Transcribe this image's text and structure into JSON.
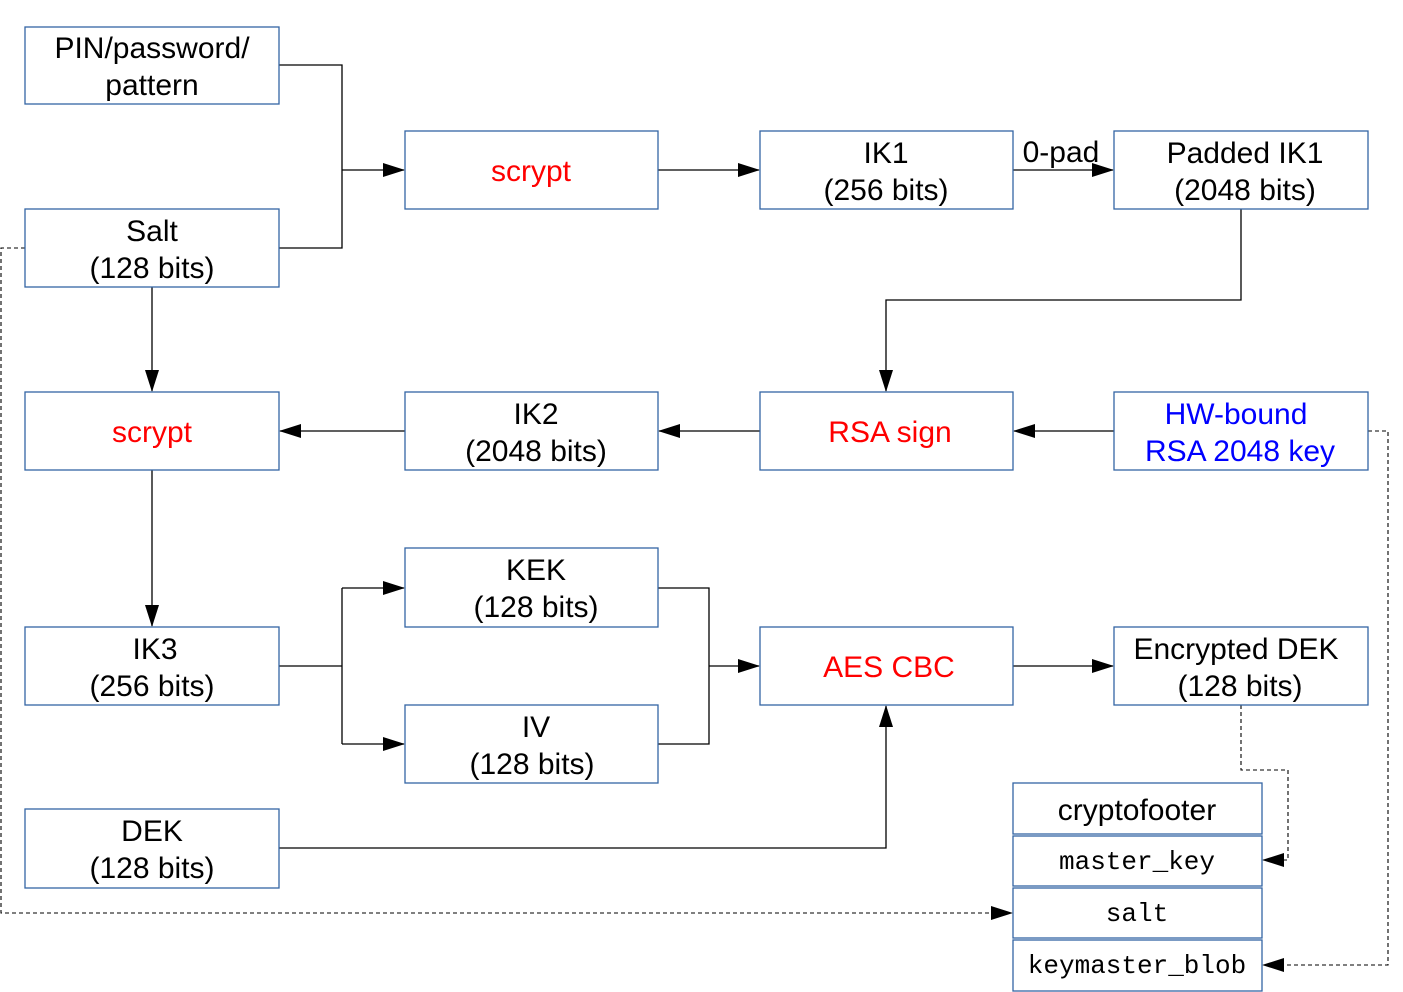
{
  "colors": {
    "border": "#3465a4",
    "operation": "#ff0000",
    "hardware_key": "#0000ff",
    "text": "#000000"
  },
  "nodes": {
    "pin": [
      "PIN/password/",
      "pattern"
    ],
    "salt": [
      "Salt",
      "(128 bits)"
    ],
    "scrypt1": [
      "scrypt"
    ],
    "ik1": [
      "IK1",
      "(256 bits)"
    ],
    "padded_ik1": [
      "Padded IK1",
      "(2048 bits)"
    ],
    "scrypt2": [
      "scrypt"
    ],
    "ik2": [
      "IK2",
      "(2048 bits)"
    ],
    "rsa_sign": [
      "RSA sign"
    ],
    "hw_key": [
      "HW-bound",
      "RSA 2048 key"
    ],
    "ik3": [
      "IK3",
      "(256 bits)"
    ],
    "kek": [
      "KEK",
      "(128 bits)"
    ],
    "iv": [
      "IV",
      "(128 bits)"
    ],
    "aes_cbc": [
      "AES CBC"
    ],
    "encrypted_dek": [
      "Encrypted DEK",
      "(128 bits)"
    ],
    "dek": [
      "DEK",
      "(128 bits)"
    ]
  },
  "edges": {
    "zero_pad": "0-pad"
  },
  "cryptofooter": {
    "title": "cryptofooter",
    "fields": [
      "master_key",
      "salt",
      "keymaster_blob"
    ]
  }
}
